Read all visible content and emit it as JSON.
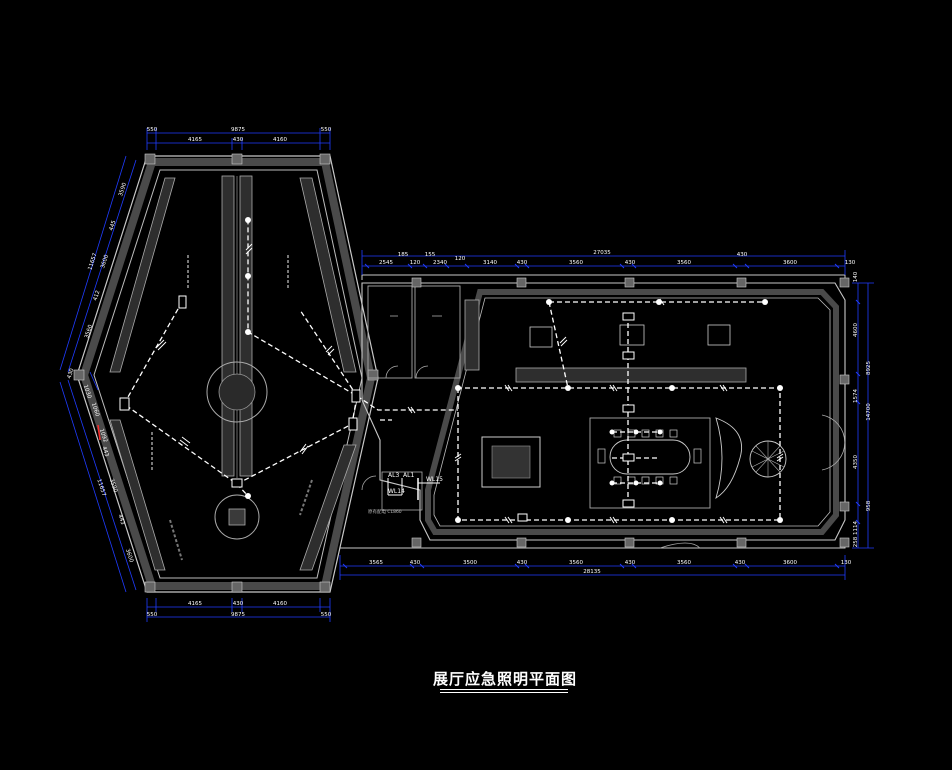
{
  "drawing": {
    "title": "展厅应急照明平面图",
    "colors": {
      "background": "#000000",
      "dimension": "#1f3cff",
      "wall": "#c8c8c8",
      "fill": "#3a3a3a",
      "circuit": "#ffffff",
      "note": "#ff2a2a"
    },
    "dimensions": {
      "hex_top_segments": [
        "550",
        "9875",
        "550"
      ],
      "hex_top_sub": [
        "4165",
        "430",
        "4160"
      ],
      "hex_bottom_sub": [
        "4165",
        "430",
        "4160"
      ],
      "hex_bottom_segments": [
        "550",
        "9875",
        "550"
      ],
      "hex_left_upper": [
        "3590",
        "445",
        "11657",
        "3600",
        "412",
        "3560"
      ],
      "hex_left_lower": [
        "1060",
        "1092",
        "443",
        "3590",
        "11657",
        "443",
        "3600"
      ],
      "hex_left_mid": [
        "430",
        "1030"
      ],
      "hall_total_top": "27035",
      "hall_top": [
        "2545",
        "185",
        "120",
        "155",
        "2340",
        "120",
        "3140",
        "430",
        "3560",
        "430",
        "3560",
        "430",
        "3600",
        "130"
      ],
      "hall_bottom": [
        "3565",
        "430",
        "3500",
        "430",
        "3560",
        "430",
        "3560",
        "430",
        "3600",
        "130"
      ],
      "hall_total_bottom": "28135",
      "hall_right": [
        "140",
        "4600",
        "8925",
        "14700",
        "1574",
        "4350",
        "958",
        "1114",
        "258"
      ]
    },
    "labels": {
      "emergency_tags": [
        "AL3",
        "AL1",
        "WL14",
        "WL15"
      ],
      "room_note": "原有配电 CL860"
    }
  }
}
